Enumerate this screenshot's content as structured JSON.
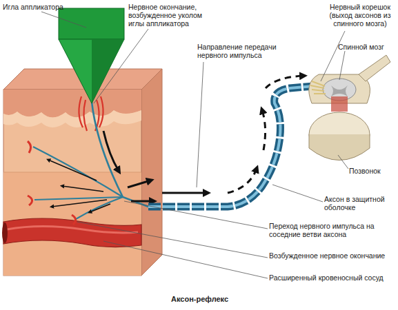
{
  "diagram": {
    "caption": "Аксон-рефлекс",
    "labels": [
      "Игла аппликатора",
      "Нервное окончание, возбужденное уколом иглы аппликатора",
      "Направление передачи нервного импульса",
      "Нервный корешок (выход аксонов из спинного мозга)",
      "Спинной мозг",
      "Позвонок",
      "Аксон в защитной оболочке",
      "Переход нервного импульса на соседние ветви аксона",
      "Возбужденное нервное окончание",
      "Расширенный кровеносный сосуд"
    ]
  }
}
